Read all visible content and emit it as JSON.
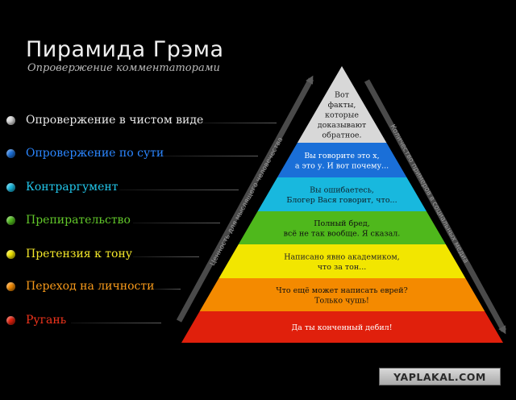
{
  "header": {
    "title": "Пирамида Грэма",
    "subtitle": "Опровержение комментаторами"
  },
  "levels": [
    {
      "label": "Опровержение в чистом виде",
      "color": "#d8d8d8",
      "text_color": "#e8e8e8",
      "pyramid_text": [
        "Вот",
        "факты,",
        "которые",
        "доказывают",
        "обратное."
      ]
    },
    {
      "label": "Опровержение по сути",
      "color": "#1a6fd8",
      "text_color": "#2b86ff",
      "pyramid_text": [
        "Вы говорите это х,",
        "а это у. И вот почему..."
      ]
    },
    {
      "label": "Контраргумент",
      "color": "#18b8de",
      "text_color": "#22c6ea",
      "pyramid_text": [
        "Вы ошибаетесь,",
        "Блогер Вася говорит, что..."
      ]
    },
    {
      "label": "Препирательство",
      "color": "#4fb81c",
      "text_color": "#62c72a",
      "pyramid_text": [
        "Полный бред,",
        "всё не так вообще. Я сказал."
      ]
    },
    {
      "label": "Претензия к тону",
      "color": "#f2e600",
      "text_color": "#f4e82a",
      "pyramid_text": [
        "Написано явно академиком,",
        "что за тон..."
      ]
    },
    {
      "label": "Переход на личности",
      "color": "#f48a00",
      "text_color": "#f89a1a",
      "pyramid_text": [
        "Что ещё может написать еврей?",
        "Только чушь!"
      ]
    },
    {
      "label": "Ругань",
      "color": "#e0200c",
      "text_color": "#f0341c",
      "pyramid_text": [
        "Да ты конченный дебил!"
      ]
    }
  ],
  "side_labels": {
    "left": "Ценность для мыслящего человечества",
    "right": "Количество примеров в социальных медиа"
  },
  "watermark": "YAPLAKAL.COM"
}
